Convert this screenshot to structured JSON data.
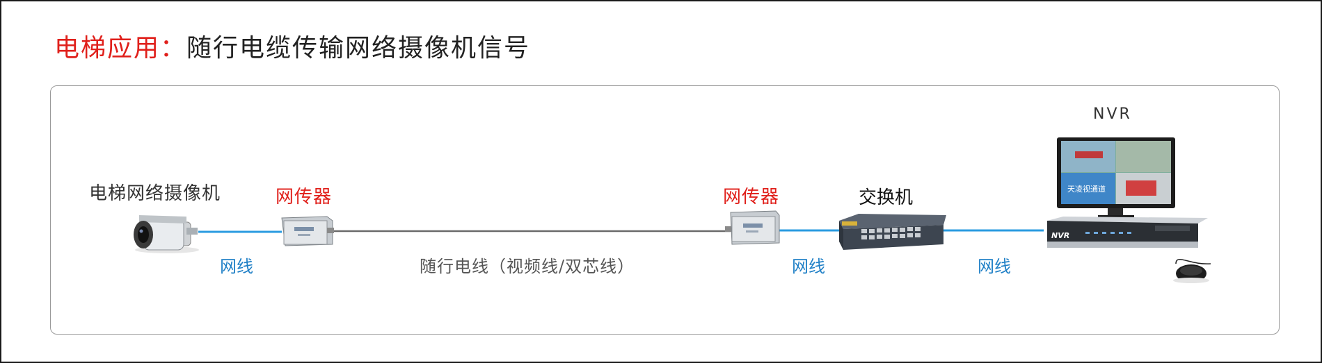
{
  "title": {
    "highlight": "电梯应用：",
    "text": "随行电缆传输网络摄像机信号"
  },
  "nodes": {
    "camera": "电梯网络摄像机",
    "transmitter_left": "网传器",
    "transmitter_right": "网传器",
    "switch": "交换机",
    "nvr": "NVR"
  },
  "links": {
    "network_cable_1": "网线",
    "trailing_cable": "随行电线（视频线/双芯线）",
    "network_cable_2": "网线",
    "network_cable_3": "网线"
  },
  "devices": {
    "monitor_overlay": "天凌视通道",
    "nvr_badge": "NVR"
  },
  "colors": {
    "accent_red": "#e0201b",
    "cable_blue": "#1e7fc6",
    "cable_gray": "#555555"
  }
}
